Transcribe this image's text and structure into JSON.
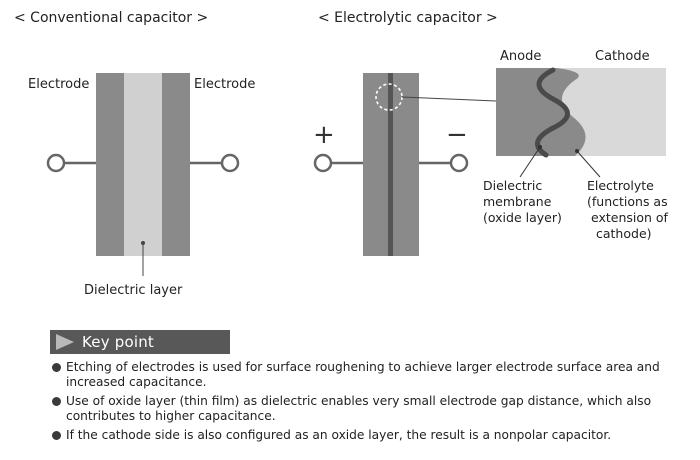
{
  "titles": {
    "conventional": "< Conventional capacitor >",
    "electrolytic": "< Electrolytic capacitor >"
  },
  "conventional": {
    "left_electrode_label": "Electrode",
    "right_electrode_label": "Electrode",
    "dielectric_label": "Dielectric layer"
  },
  "electrolytic": {
    "plus_sign": "+",
    "minus_sign": "−",
    "anode_label": "Anode",
    "cathode_label": "Cathode",
    "membrane_label_lines": [
      "Dielectric",
      "membrane",
      "(oxide layer)"
    ],
    "electrolyte_label_lines": [
      "Electrolyte",
      "(functions as",
      "extension of",
      "cathode)"
    ]
  },
  "key_point": {
    "title": "Key point",
    "items": [
      "Etching of electrodes is used for surface roughening to achieve larger electrode surface area and increased capacitance.",
      "Use of oxide layer (thin film) as dielectric enables very small electrode gap distance, which also contributes to higher capacitance.",
      "If the cathode side is also configured as an oxide layer, the result is a nonpolar capacitor."
    ]
  },
  "colors": {
    "electrode": "#888888",
    "dielectric": "#cfcfcf",
    "anode_dark": "#555555",
    "wire": "#666666"
  }
}
